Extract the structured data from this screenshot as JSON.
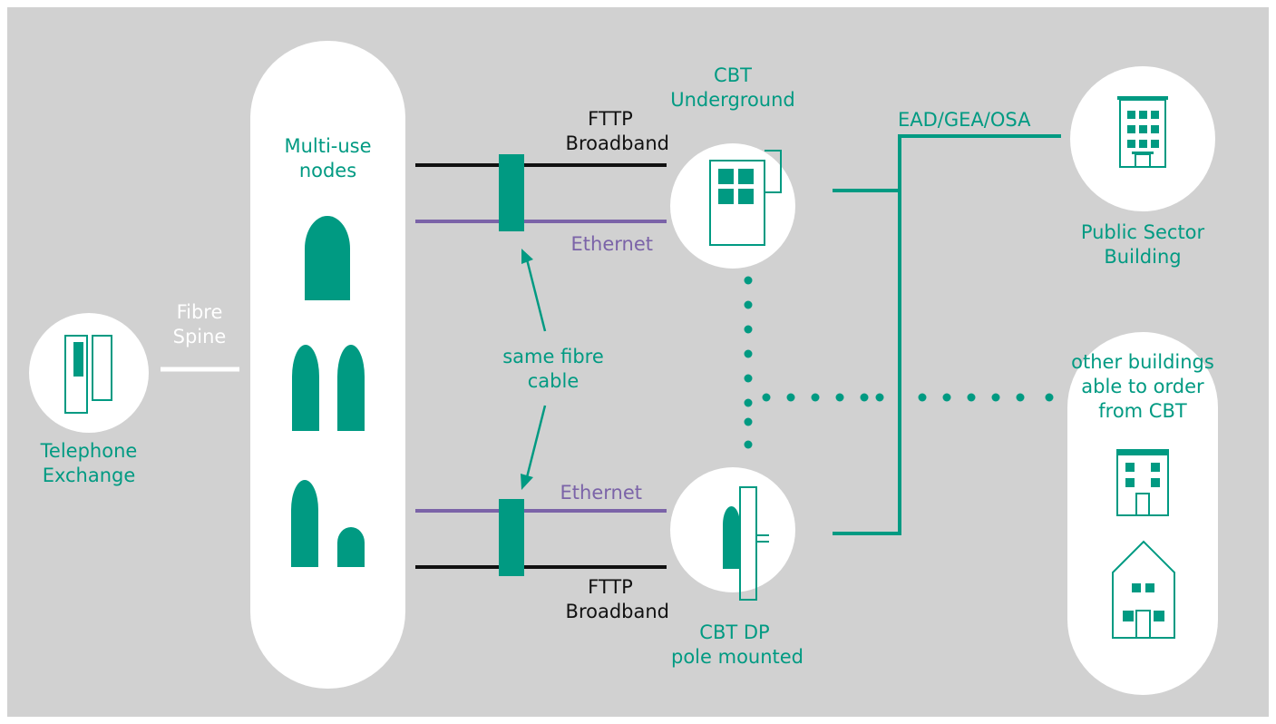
{
  "labels": {
    "exchange": [
      "Telephone",
      "Exchange"
    ],
    "fibre_spine": [
      "Fibre",
      "Spine"
    ],
    "multi_use": [
      "Multi-use",
      "nodes"
    ],
    "fttp_top": [
      "FTTP",
      "Broadband"
    ],
    "ethernet_top": "Ethernet",
    "same_fibre": [
      "same fibre",
      "cable"
    ],
    "ethernet_bottom": "Ethernet",
    "fttp_bottom": [
      "FTTP",
      "Broadband"
    ],
    "cbt_underground": [
      "CBT",
      "Underground"
    ],
    "cbt_dp": [
      "CBT DP",
      "pole mounted"
    ],
    "ead": "EAD/GEA/OSA",
    "public_sector": [
      "Public Sector",
      "Building"
    ],
    "other_buildings": [
      "other buildings",
      "able to order",
      "from CBT"
    ]
  },
  "colors": {
    "background": "#d1d1d1",
    "teal": "#009a82",
    "purple": "#7b63a8",
    "black": "#111111",
    "white": "#ffffff"
  }
}
